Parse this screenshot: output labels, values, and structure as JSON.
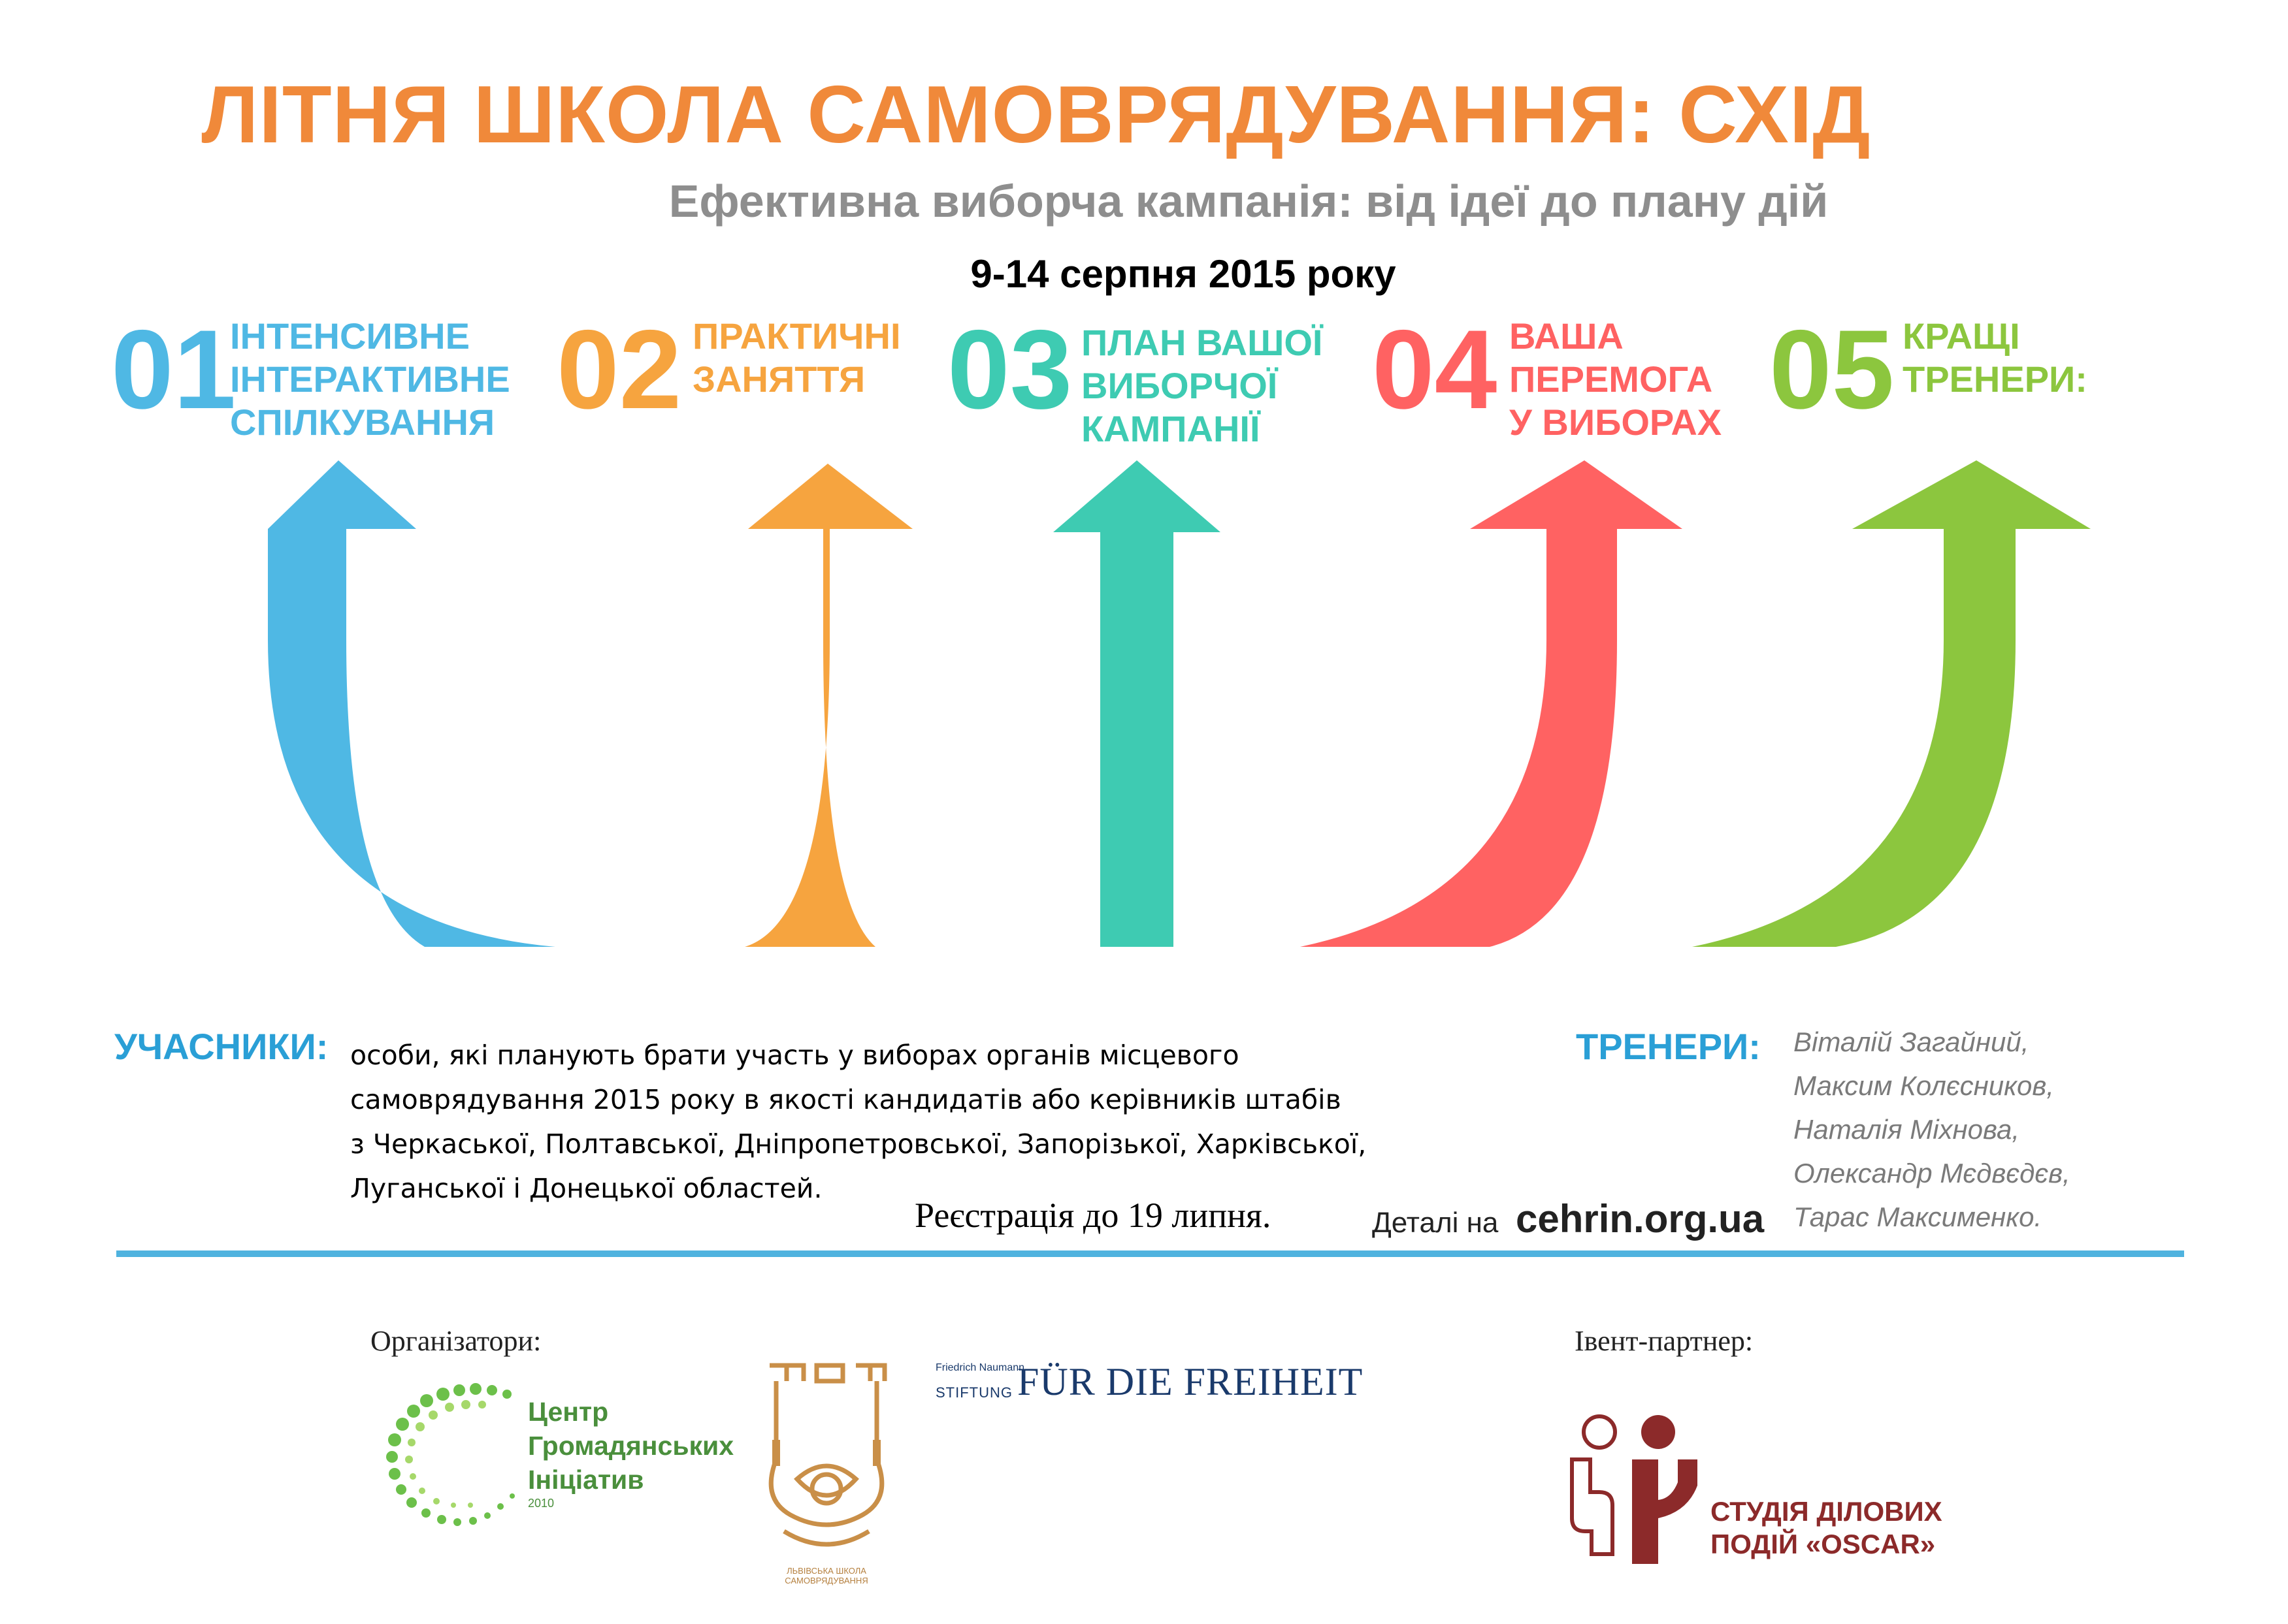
{
  "header": {
    "title": "ЛІТНЯ ШКОЛА САМОВРЯДУВАННЯ: СХІД",
    "subtitle": "Ефективна виборча кампанія: від ідеї до плану дій",
    "dates": "9-14 серпня 2015 року"
  },
  "steps": [
    {
      "number": "01",
      "text": "ІНТЕНСИВНЕ\nІНТЕРАКТИВНЕ\nСПІЛКУВАННЯ",
      "color": "#4fb8e4"
    },
    {
      "number": "02",
      "text": "ПРАКТИЧНІ\nЗАНЯТТЯ",
      "color": "#f6a43f"
    },
    {
      "number": "03",
      "text": "ПЛАН ВАШОЇ\nВИБОРЧОЇ\nКАМПАНІЇ",
      "color": "#3ecbb2"
    },
    {
      "number": "04",
      "text": "ВАША\nПЕРЕМОГА\nУ ВИБОРАХ",
      "color": "#ff6262"
    },
    {
      "number": "05",
      "text": "КРАЩІ\nТРЕНЕРИ:",
      "color": "#8cc63e"
    }
  ],
  "participants": {
    "label": "УЧАСНИКИ:",
    "text": "особи, які планують брати участь у виборах органів місцевого\nсамоврядування 2015 року в якості кандидатів або керівників штабів\nз Черкаської, Полтавської, Дніпропетровської, Запорізької, Харківської,\nЛуганської і Донецької областей."
  },
  "trainers": {
    "label": "ТРЕНЕРИ:",
    "list": "Віталій Загайний,\nМаксим Колєсников,\nНаталія Міхнова,\nОлександр Мєдвєдєв,\nТарас Максименко."
  },
  "registration": "Реєстрація до 19 липня.",
  "details": {
    "prefix": "Деталі на",
    "url": "cehrin.org.ua"
  },
  "footer": {
    "organizers_label": "Організатори:",
    "partner_label": "Івент-партнер:",
    "cgi_name": "Центр\nГромадянських\nІніціатив",
    "cgi_year": "2010",
    "fns_small": "Friedrich Naumann",
    "fns_stiftung": "STIFTUNG",
    "fns_main": "FÜR DIE FREIHEIT",
    "oscar_name": "СТУДІЯ ДІЛОВИХ\nПОДІЙ «OSCAR»",
    "lviv_caption": "ЛЬВІВСЬКА ШКОЛА\nСАМОВРЯДУВАННЯ"
  }
}
